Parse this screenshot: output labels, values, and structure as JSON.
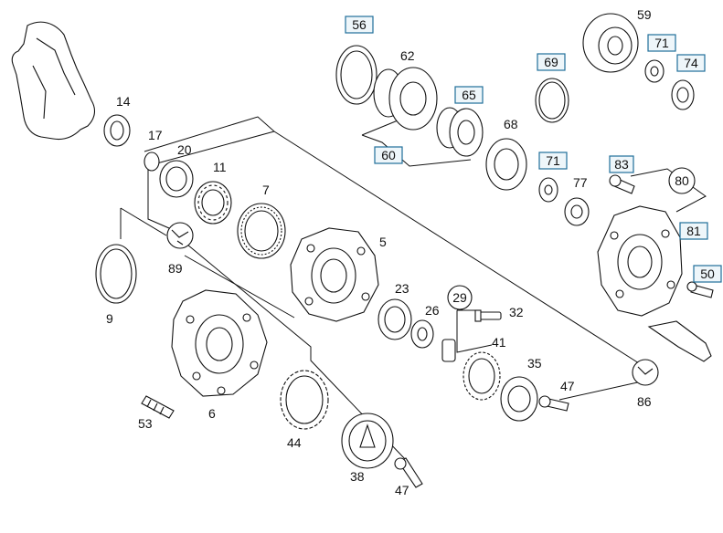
{
  "labels": {
    "n56": "56",
    "n62": "62",
    "n65": "65",
    "n60": "60",
    "n68": "68",
    "n69": "69",
    "n71a": "71",
    "n71b": "71",
    "n74": "74",
    "n59": "59",
    "n77": "77",
    "n83": "83",
    "n80": "80",
    "n81": "81",
    "n50": "50",
    "n14": "14",
    "n17": "17",
    "n20": "20",
    "n11": "11",
    "n7": "7",
    "n5": "5",
    "n89": "89",
    "n9": "9",
    "n23": "23",
    "n26": "26",
    "n29": "29",
    "n32": "32",
    "n41": "41",
    "n35": "35",
    "n47a": "47",
    "n86": "86",
    "n6": "6",
    "n53": "53",
    "n44": "44",
    "n38": "38",
    "n47b": "47"
  },
  "colors": {
    "line": "#111111",
    "box_stroke": "#1f6f9a",
    "box_fill": "#eef6fa"
  },
  "boxed_labels": [
    "56",
    "65",
    "60",
    "69",
    "71",
    "71",
    "74",
    "83",
    "81",
    "50"
  ]
}
